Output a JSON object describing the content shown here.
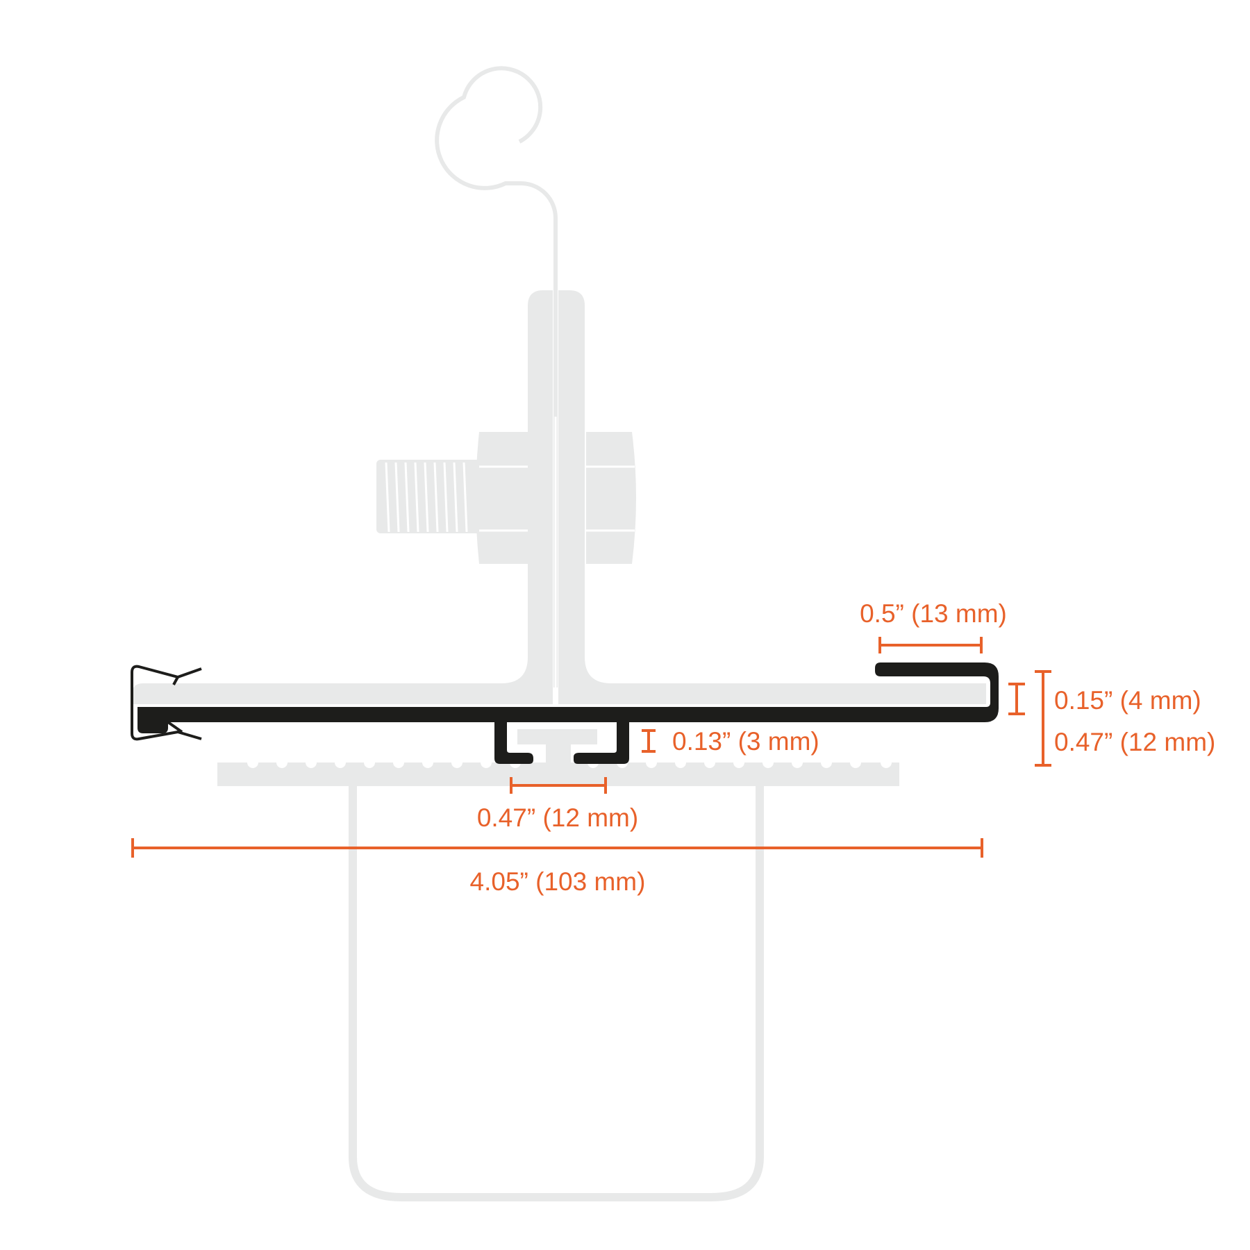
{
  "colors": {
    "accent": "#e8612a",
    "profile": "#1d1d1b",
    "background_parts": "#e8e9e9",
    "background": "#ffffff"
  },
  "dimensions": {
    "lip_width": "0.5” (13 mm)",
    "lip_gap": "0.15” (4 mm)",
    "total_height": "0.47” (12 mm)",
    "foot_height": "0.13” (3 mm)",
    "slot_width": "0.47” (12 mm)",
    "total_width": "4.05” (103 mm)"
  }
}
